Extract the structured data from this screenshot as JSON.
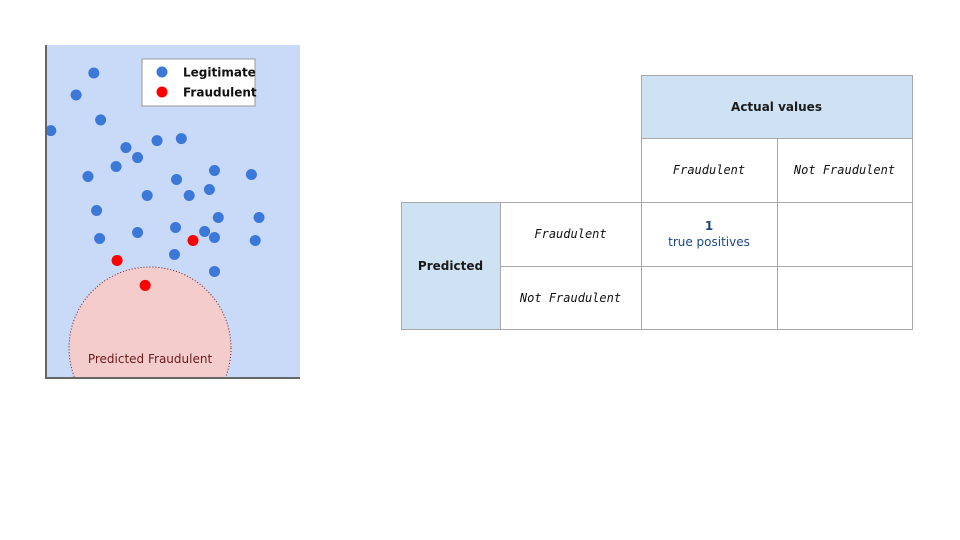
{
  "scatter": {
    "legend": [
      {
        "label": "Legitimate",
        "color": "#3c78d8"
      },
      {
        "label": "Fraudulent",
        "color": "#ff0000"
      }
    ],
    "region_label": "Predicted Fraudulent",
    "colors": {
      "background": "#c9daf8",
      "region": "#f4cccc",
      "region_text": "#6b1a1a",
      "axis": "#666666"
    }
  },
  "chart_data": {
    "type": "scatter",
    "title": "",
    "xlabel": "",
    "ylabel": "",
    "xlim": [
      0,
      100
    ],
    "ylim": [
      0,
      100
    ],
    "grid": false,
    "legend_position": "top-right",
    "series": [
      {
        "name": "Legitimate",
        "color": "#3c78d8",
        "points": [
          [
            18.5,
            91.6
          ],
          [
            11.5,
            85.0
          ],
          [
            21.2,
            77.5
          ],
          [
            1.5,
            74.3
          ],
          [
            31.2,
            69.2
          ],
          [
            35.8,
            66.2
          ],
          [
            43.5,
            71.3
          ],
          [
            53.1,
            71.9
          ],
          [
            27.3,
            63.5
          ],
          [
            16.2,
            60.5
          ],
          [
            39.6,
            54.8
          ],
          [
            19.6,
            50.3
          ],
          [
            20.8,
            41.9
          ],
          [
            35.8,
            43.7
          ],
          [
            50.8,
            45.2
          ],
          [
            51.2,
            59.6
          ],
          [
            56.2,
            54.8
          ],
          [
            64.2,
            56.6
          ],
          [
            66.2,
            62.3
          ],
          [
            67.7,
            48.2
          ],
          [
            62.3,
            44.0
          ],
          [
            66.2,
            42.2
          ],
          [
            50.4,
            37.1
          ],
          [
            80.8,
            61.1
          ],
          [
            83.8,
            48.2
          ],
          [
            82.3,
            41.3
          ],
          [
            66.2,
            32.0
          ]
        ]
      },
      {
        "name": "Fraudulent",
        "color": "#ff0000",
        "points": [
          [
            27.7,
            35.3
          ],
          [
            38.8,
            27.8
          ],
          [
            57.7,
            41.3
          ]
        ]
      }
    ],
    "annotations": [
      "Predicted Fraudulent"
    ]
  },
  "matrix": {
    "actual_header": "Actual values",
    "predicted_header": "Predicted",
    "col_labels": [
      "Fraudulent",
      "Not Fraudulent"
    ],
    "row_labels": [
      "Fraudulent",
      "Not Fraudulent"
    ],
    "cells": [
      [
        {
          "value": "1",
          "label": "true positives"
        },
        {
          "value": "",
          "label": ""
        }
      ],
      [
        {
          "value": "",
          "label": ""
        },
        {
          "value": "",
          "label": ""
        }
      ]
    ]
  }
}
